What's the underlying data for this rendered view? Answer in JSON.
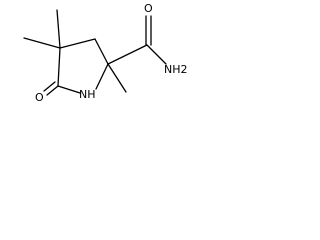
{
  "molecule": {
    "atom_labels": {
      "oxygen_lactam": "O",
      "nitrogen_ring": "NH",
      "oxygen_amide": "O",
      "amide_nitrogen": "NH2"
    },
    "atoms": [
      {
        "id": "c2",
        "element": "C"
      },
      {
        "id": "c3",
        "element": "C"
      },
      {
        "id": "c4",
        "element": "C"
      },
      {
        "id": "c5",
        "element": "C"
      },
      {
        "id": "n1",
        "element": "N"
      },
      {
        "id": "o_lactam",
        "element": "O"
      },
      {
        "id": "c_amide",
        "element": "C"
      },
      {
        "id": "o_amide",
        "element": "O"
      },
      {
        "id": "n_amide",
        "element": "N"
      },
      {
        "id": "me4a",
        "element": "C"
      },
      {
        "id": "me4b",
        "element": "C"
      },
      {
        "id": "me2",
        "element": "C"
      }
    ],
    "bonds": [
      {
        "from": "c2",
        "to": "c3",
        "order": 1
      },
      {
        "from": "c3",
        "to": "c4",
        "order": 1
      },
      {
        "from": "c4",
        "to": "c5",
        "order": 1
      },
      {
        "from": "c5",
        "to": "n1",
        "order": 1
      },
      {
        "from": "n1",
        "to": "c2",
        "order": 1
      },
      {
        "from": "c5",
        "to": "o_lactam",
        "order": 2
      },
      {
        "from": "c2",
        "to": "c_amide",
        "order": 1
      },
      {
        "from": "c_amide",
        "to": "o_amide",
        "order": 2
      },
      {
        "from": "c_amide",
        "to": "n_amide",
        "order": 1
      },
      {
        "from": "c4",
        "to": "me4a",
        "order": 1
      },
      {
        "from": "c4",
        "to": "me4b",
        "order": 1
      },
      {
        "from": "c2",
        "to": "me2",
        "order": 1
      }
    ]
  }
}
